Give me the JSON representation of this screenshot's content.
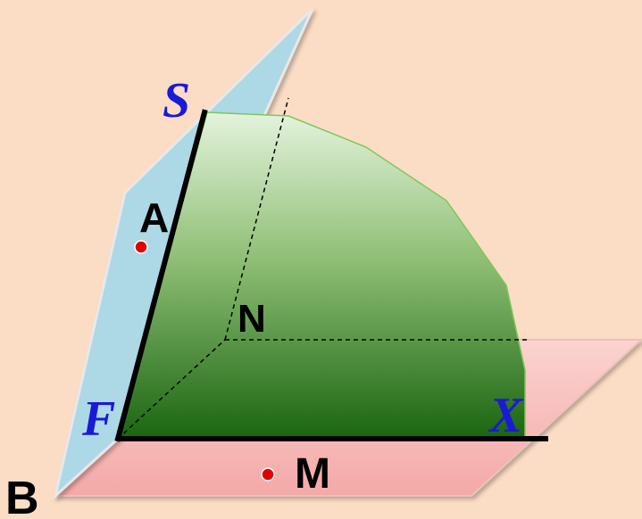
{
  "labels": {
    "S": "S",
    "A": "A",
    "N": "N",
    "F": "F",
    "X": "X",
    "M": "M",
    "B": "B"
  },
  "colors": {
    "background": "#fbdcc4",
    "blue_plane": "#add8e6",
    "pink_plane": "#f7b8b6",
    "green_top": "#dbeed5",
    "green_bottom": "#1e6a10",
    "point": "#e00000",
    "label_blue": "#1a1ad6"
  }
}
